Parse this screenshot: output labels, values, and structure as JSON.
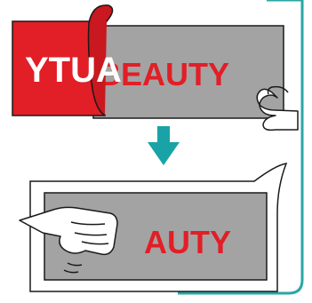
{
  "colors": {
    "frame": "#2aa6a6",
    "panel": "#a3a3a3",
    "sticker_red": "#e21e26",
    "arrow": "#1aa3a6",
    "outline": "#1a1a1a",
    "film": "#ffffff"
  },
  "step1": {
    "sticker_word": "YTUA",
    "panel_word": "BEAUTY"
  },
  "step2": {
    "panel_word": "AUTY"
  },
  "icons": {
    "hand_top": "hand-pressing-icon",
    "hand_bottom": "hand-squeegee-icon",
    "arrow": "arrow-down-icon"
  }
}
